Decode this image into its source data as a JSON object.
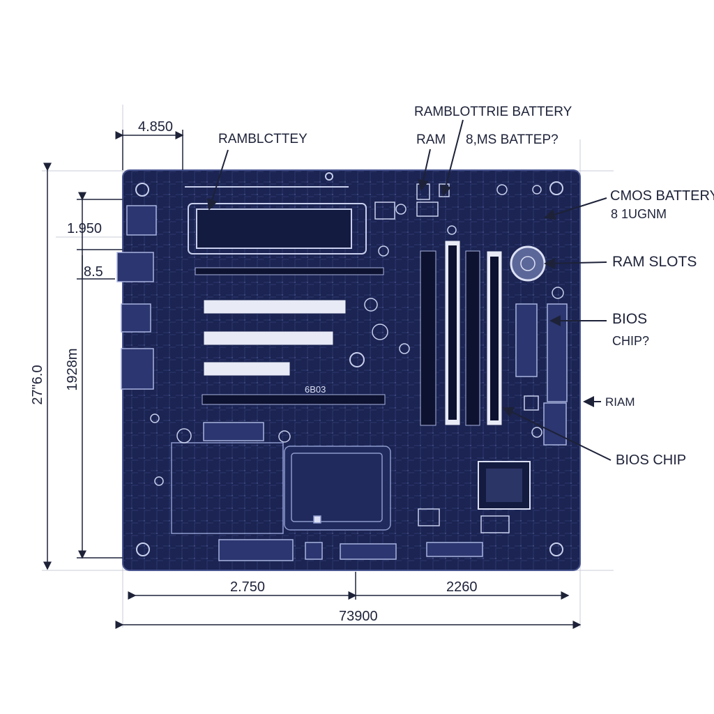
{
  "labels": {
    "top_left": "RAMBLCTTEY",
    "top_center_1": "RAMBLOTTRIE BATTERY",
    "top_center_ram": "RAM",
    "top_center_2": "8,MS BATTEP?",
    "right_1a": "CMOS BATTERY",
    "right_1b": "8 1UGNM",
    "right_2": "RAM SLOTS",
    "right_3a": "BIOS",
    "right_3b": "CHIP?",
    "right_4": "RIAM",
    "right_5": "BIOS CHIP",
    "board_text": "6B03"
  },
  "dimensions": {
    "top_width": "4.850",
    "left_small": "1.950",
    "left_tiny": "8.5",
    "left_outer": "27\"6.0",
    "left_inner": "1928m",
    "bottom_left": "2.750",
    "bottom_right": "2260",
    "bottom_total": "73900"
  },
  "colors": {
    "board": "#1b2452",
    "trace": "#9aa6d6",
    "ink": "#1d2238"
  }
}
